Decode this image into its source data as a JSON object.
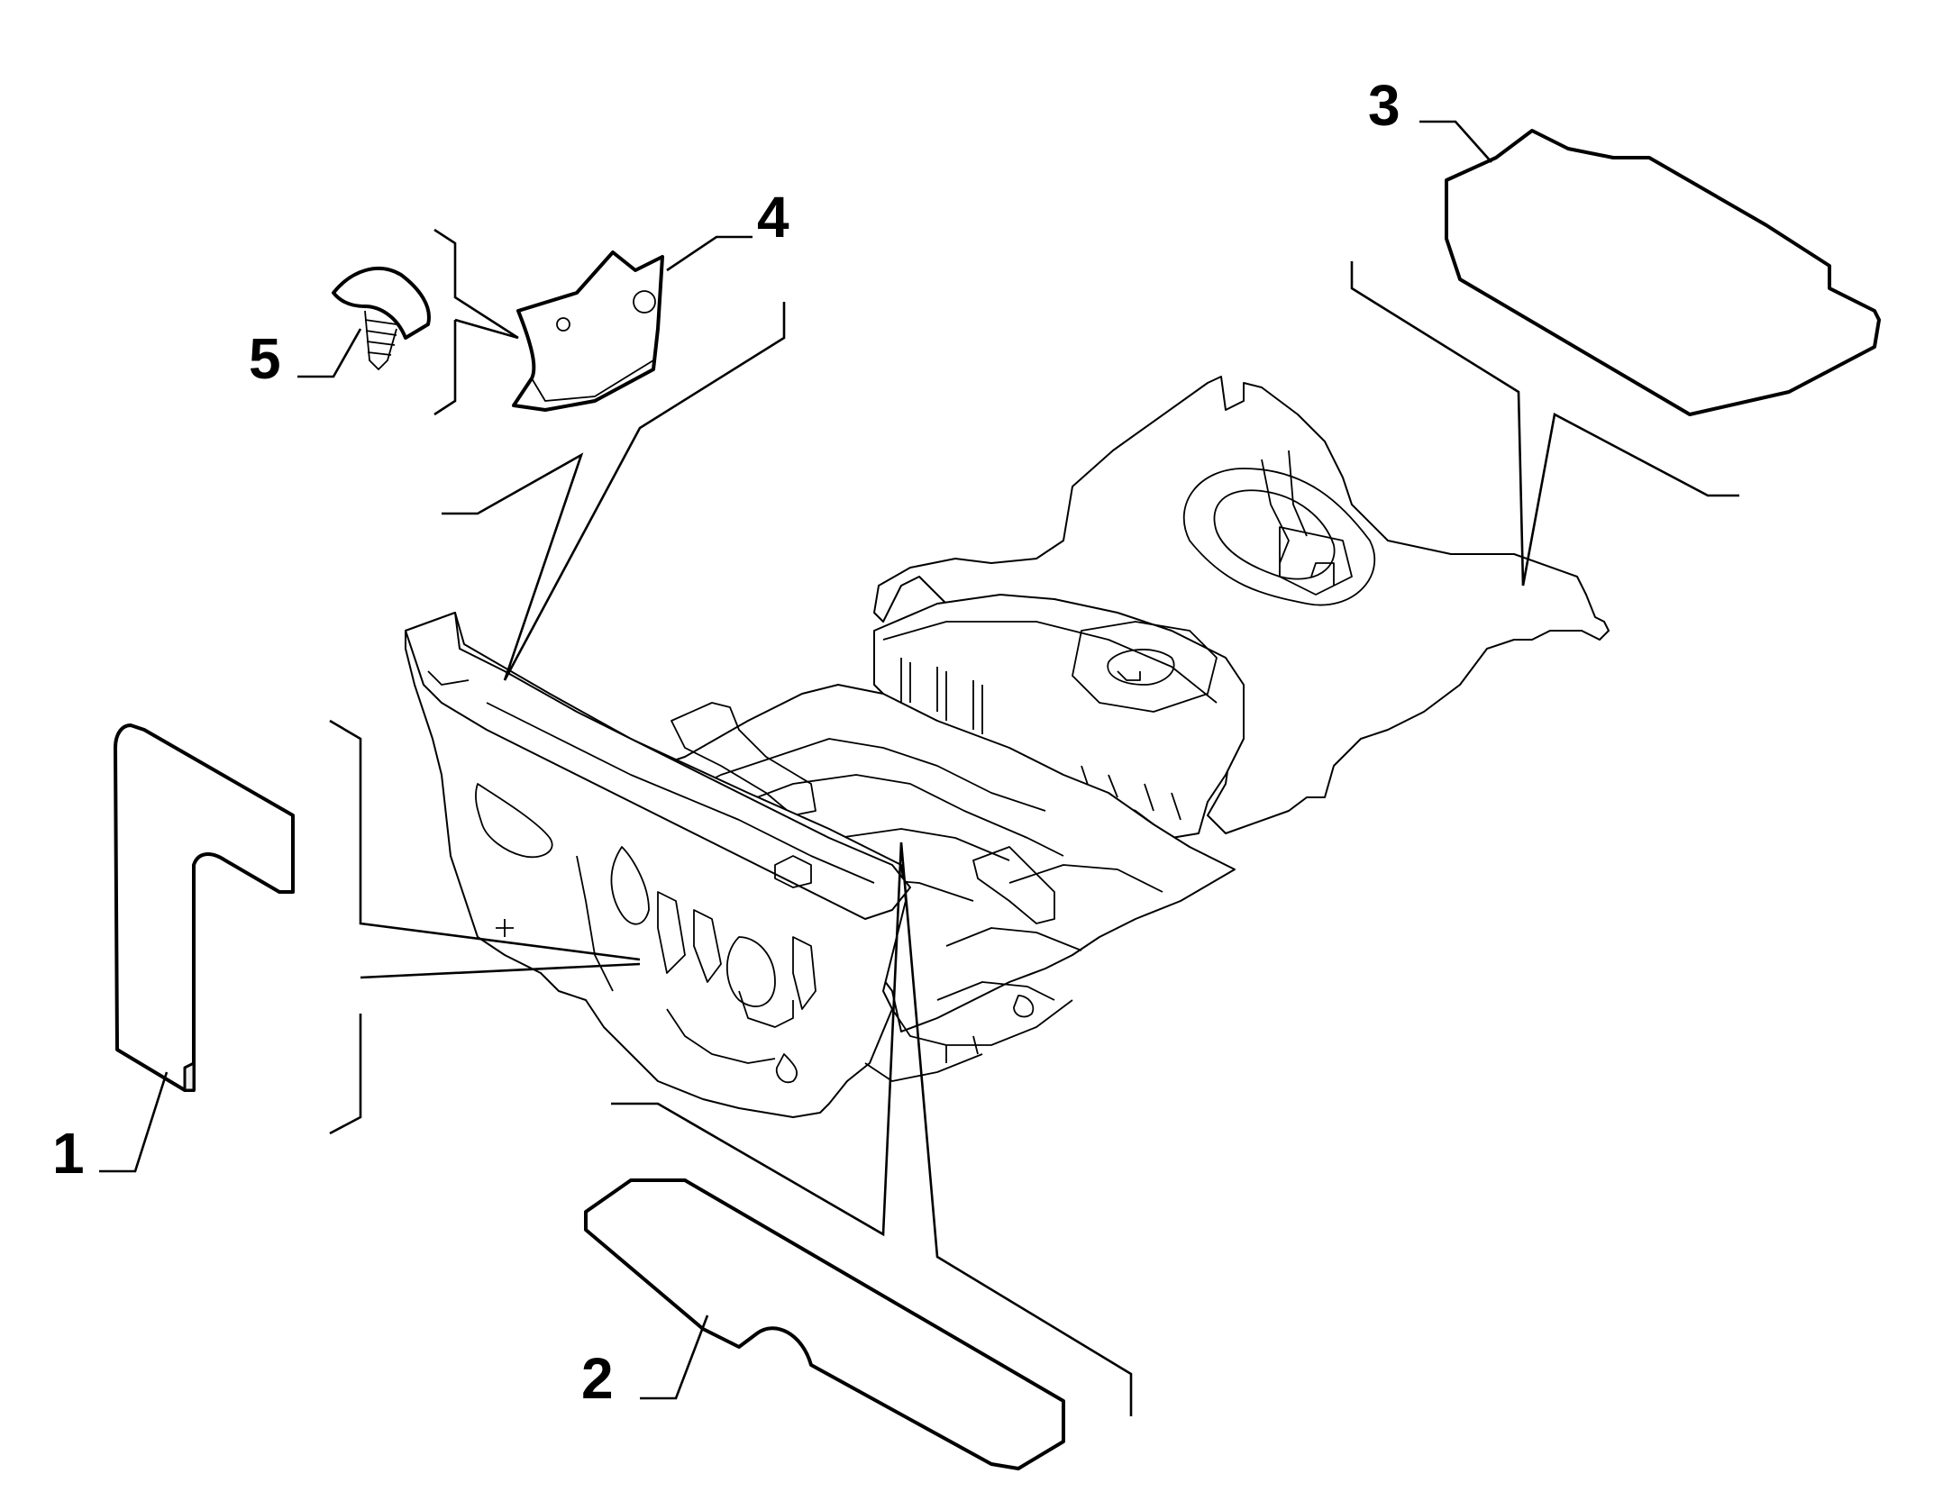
{
  "diagram": {
    "callouts": [
      {
        "id": "1",
        "label": "1"
      },
      {
        "id": "2",
        "label": "2"
      },
      {
        "id": "3",
        "label": "3"
      },
      {
        "id": "4",
        "label": "4"
      },
      {
        "id": "5",
        "label": "5"
      }
    ]
  },
  "colors": {
    "line": "#000000",
    "background": "#ffffff",
    "pad-edge": "#eeeeee"
  }
}
